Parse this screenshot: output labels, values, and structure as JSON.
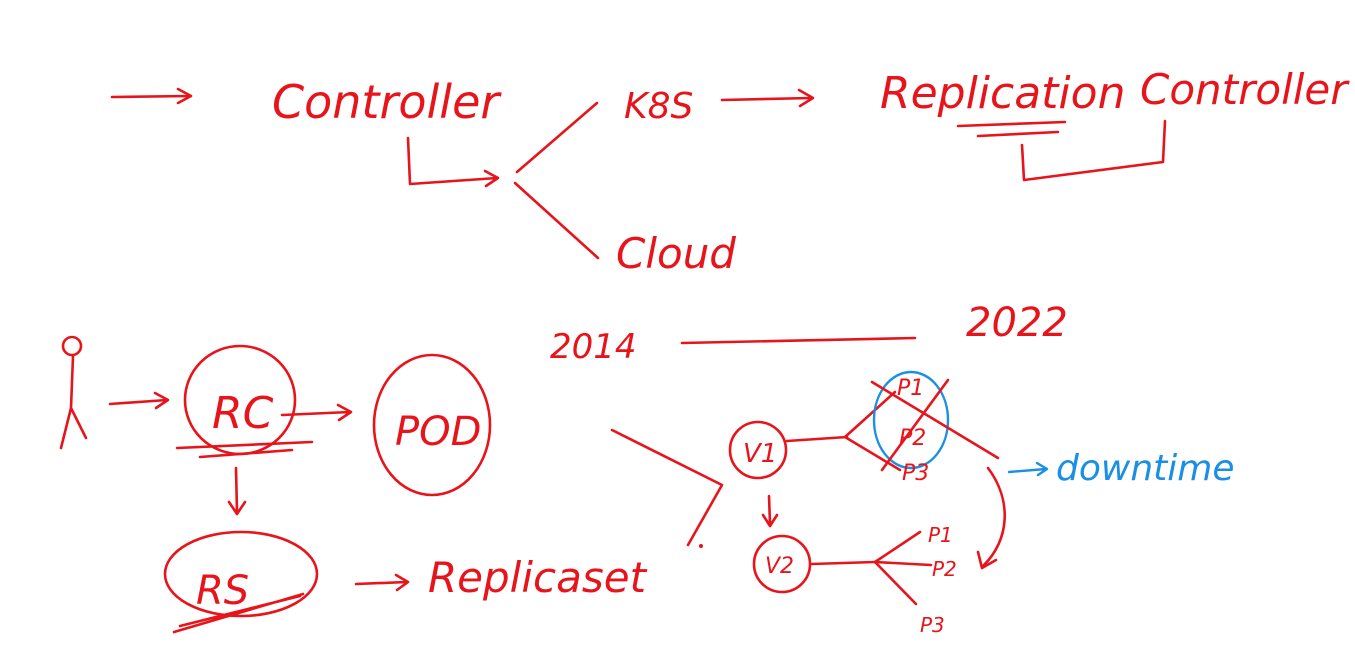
{
  "notes": {
    "controller": "Controller",
    "k8s": "K8S",
    "replication": "Replication",
    "controller_right": "Controller",
    "cloud": "Cloud",
    "year_start": "2014",
    "year_end": "2022",
    "rc": "RC",
    "pod": "POD",
    "rs": "RS",
    "replicaset": "Replicaset",
    "v1": "V1",
    "v2": "V2",
    "v1_pods": [
      "P1",
      "P2",
      "P3"
    ],
    "v2_pods": [
      "P1",
      "P2",
      "P3"
    ],
    "downtime": "downtime"
  },
  "colors": {
    "ink_red": "#e8141b",
    "ink_blue": "#1a8fe3"
  }
}
